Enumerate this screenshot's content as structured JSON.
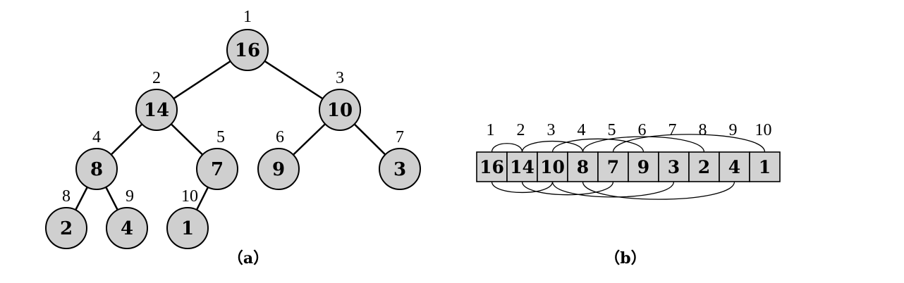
{
  "tree": {
    "nodes": [
      {
        "index": "1",
        "value": "16"
      },
      {
        "index": "2",
        "value": "14"
      },
      {
        "index": "3",
        "value": "10"
      },
      {
        "index": "4",
        "value": "8"
      },
      {
        "index": "5",
        "value": "7"
      },
      {
        "index": "6",
        "value": "9"
      },
      {
        "index": "7",
        "value": "3"
      },
      {
        "index": "8",
        "value": "2"
      },
      {
        "index": "9",
        "value": "4"
      },
      {
        "index": "10",
        "value": "1"
      }
    ],
    "edges": [
      [
        1,
        2
      ],
      [
        1,
        3
      ],
      [
        2,
        4
      ],
      [
        2,
        5
      ],
      [
        3,
        6
      ],
      [
        3,
        7
      ],
      [
        4,
        8
      ],
      [
        4,
        9
      ],
      [
        5,
        10
      ]
    ]
  },
  "array": {
    "indices": [
      "1",
      "2",
      "3",
      "4",
      "5",
      "6",
      "7",
      "8",
      "9",
      "10"
    ],
    "values": [
      "16",
      "14",
      "10",
      "8",
      "7",
      "9",
      "3",
      "2",
      "4",
      "1"
    ]
  },
  "captions": {
    "a": "（a）",
    "b": "（b）"
  },
  "colors": {
    "node_fill": "#cfcfcf",
    "cell_fill": "#d2d2d2",
    "line": "#000000"
  }
}
